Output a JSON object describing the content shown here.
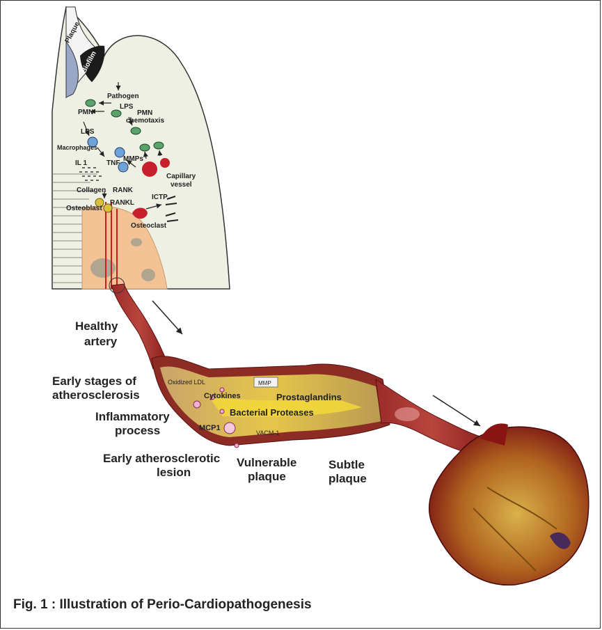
{
  "top_panel": {
    "plaque": "Plaque",
    "biofilm": "Biofilm",
    "pathogen": "Pathogen",
    "lps_top": "LPS",
    "pmn": "PMN",
    "pmn_chemotaxis_1": "PMN",
    "pmn_chemotaxis_2": "chemotaxis",
    "lps_left": "LPS",
    "macrophages": "Macrophages",
    "il1": "IL 1",
    "tnf": "TNF",
    "mmps": "MMPs",
    "capillary_1": "Capillary",
    "capillary_2": "vessel",
    "collagen": "Collagen",
    "rank": "RANK",
    "rankl": "RANKL",
    "ictp": "ICTP",
    "osteoblast": "Osteoblast",
    "osteoclast": "Osteoclast"
  },
  "artery_panel": {
    "healthy_1": "Healthy",
    "healthy_2": "artery",
    "early_stages_1": "Early stages of",
    "early_stages_2": "atherosclerosis",
    "inflammatory_1": "Inflammatory",
    "inflammatory_2": "process",
    "early_lesion_1": "Early atherosclerotic",
    "early_lesion_2": "lesion",
    "vulnerable_1": "Vulnerable",
    "vulnerable_2": "plaque",
    "subtle_1": "Subtle",
    "subtle_2": "plaque",
    "oxidized_ldl": "Oxidized LDL",
    "mmp": "MMP",
    "cytokines": "Cytokines",
    "prostaglandins": "Prostaglandins",
    "bacterial_proteases": "Bacterial Proteases",
    "mcp1": "MCP1",
    "vacm1": "VACM-1"
  },
  "caption": "Fig. 1 : Illustration of Perio-Cardiopathogenesis"
}
